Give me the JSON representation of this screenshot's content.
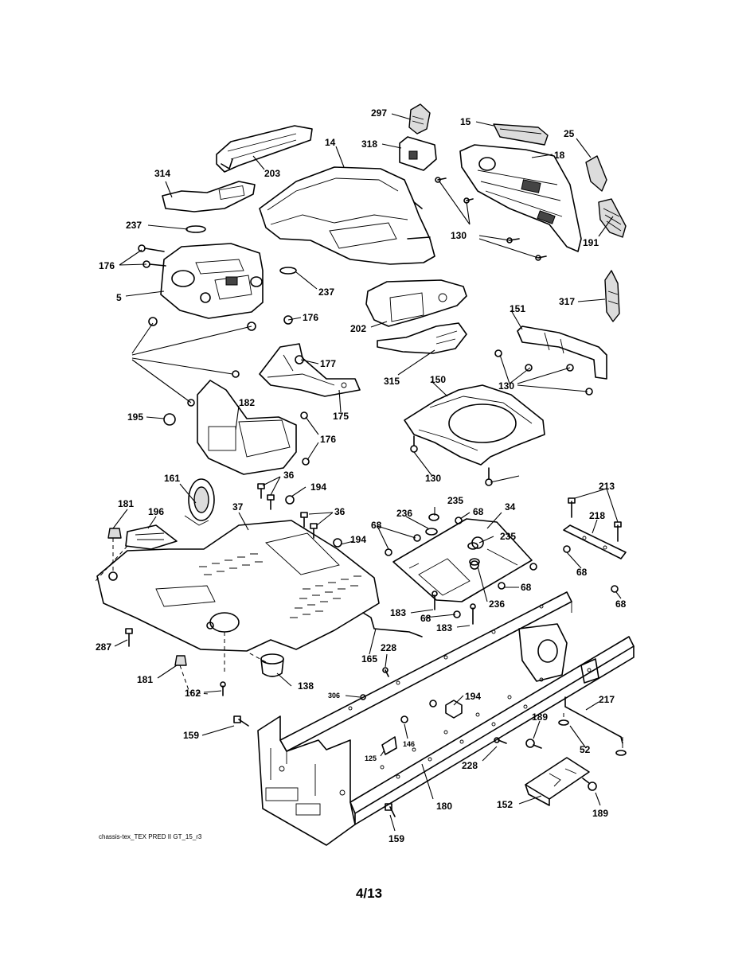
{
  "callouts": [
    "297",
    "15",
    "25",
    "18",
    "318",
    "14",
    "203",
    "314",
    "237",
    "130",
    "191",
    "176",
    "5",
    "237",
    "317",
    "151",
    "202",
    "176",
    "177",
    "315",
    "150",
    "175",
    "182",
    "195",
    "176",
    "130",
    "130",
    "36",
    "161",
    "194",
    "213",
    "181",
    "196",
    "37",
    "36",
    "235",
    "34",
    "68",
    "218",
    "236",
    "235",
    "68",
    "194",
    "68",
    "68",
    "183",
    "68",
    "236",
    "68",
    "183",
    "287",
    "165",
    "228",
    "181",
    "138",
    "162",
    "306",
    "194",
    "217",
    "159",
    "189",
    "146",
    "125",
    "228",
    "52",
    "180",
    "152",
    "189",
    "159"
  ],
  "source_note": "chassis-tex_TEX PRED II GT_15_r3",
  "page_number": "4/13"
}
